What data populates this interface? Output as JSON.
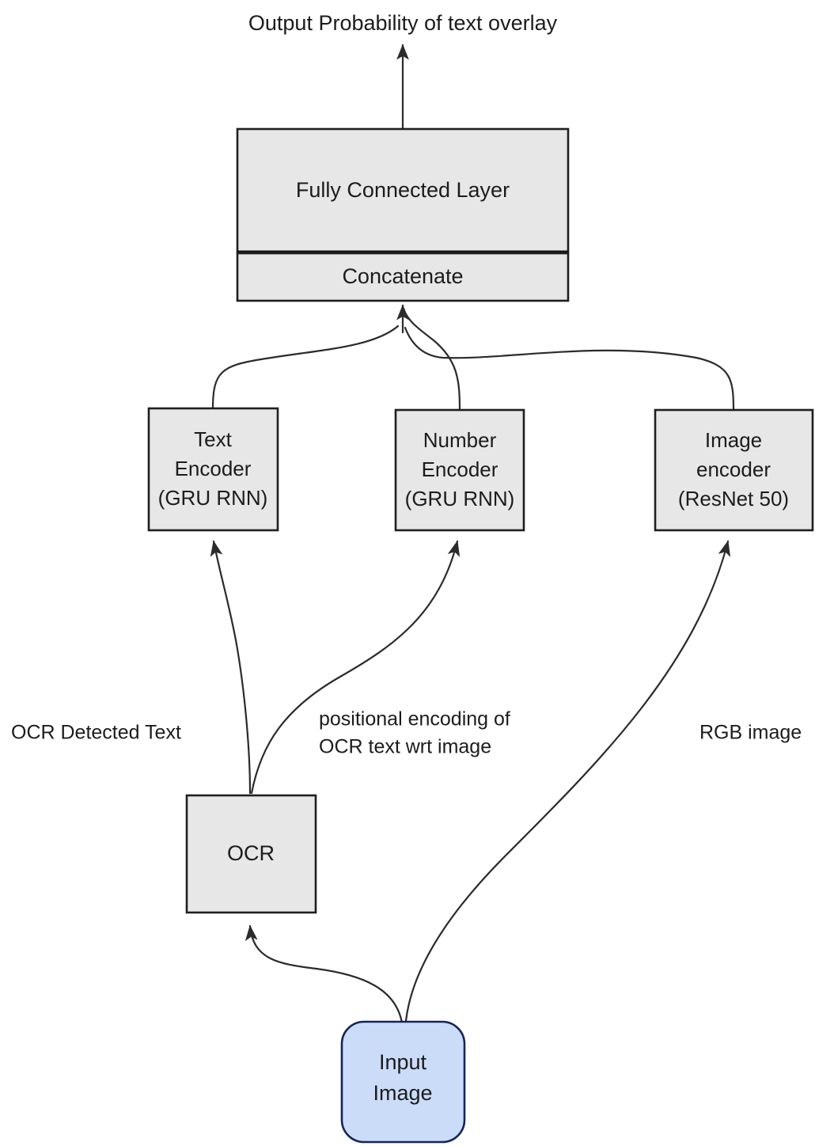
{
  "diagram": {
    "title_text": "Output Probability of text overlay",
    "nodes": {
      "fully_connected": {
        "label": "Fully Connected Layer"
      },
      "concatenate": {
        "label": "Concatenate"
      },
      "text_encoder": {
        "line1": "Text",
        "line2": "Encoder",
        "line3": "(GRU RNN)"
      },
      "number_encoder": {
        "line1": "Number",
        "line2": "Encoder",
        "line3": "(GRU RNN)"
      },
      "image_encoder": {
        "line1": "Image",
        "line2": "encoder",
        "line3": "(ResNet 50)"
      },
      "ocr": {
        "label": "OCR"
      },
      "input_image": {
        "line1": "Input",
        "line2": "Image"
      }
    },
    "edge_labels": {
      "ocr_detected_text": "OCR Detected Text",
      "positional_encoding_line1": "positional encoding of",
      "positional_encoding_line2": "OCR text wrt image",
      "rgb_image": "RGB image"
    },
    "colors": {
      "node_fill": "#e7e7e7",
      "node_stroke": "#1f1f1f",
      "accent_fill": "#cbdcf8",
      "accent_stroke": "#17245c",
      "edge_stroke": "#2b2b2b",
      "text": "#1c1c1c",
      "background": "#ffffff"
    }
  }
}
